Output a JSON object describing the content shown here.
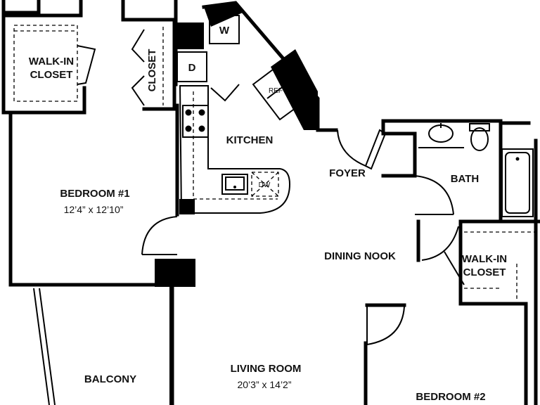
{
  "rooms": {
    "walk_in_closet_1": {
      "line1": "WALK-IN",
      "line2": "CLOSET"
    },
    "closet": "CLOSET",
    "washer": "W",
    "dryer": "D",
    "refrigerator": "REF",
    "kitchen": "KITCHEN",
    "dishwasher": "DW",
    "foyer": "FOYER",
    "bath": "BATH",
    "bedroom_1": {
      "name": "BEDROOM #1",
      "size": "12’4” x 12’10”"
    },
    "dining_nook": "DINING NOOK",
    "walk_in_closet_2": {
      "line1": "WALK-IN",
      "line2": "CLOSET"
    },
    "balcony": "BALCONY",
    "living_room": {
      "name": "LIVING ROOM",
      "size": "20’3” x 14’2”"
    },
    "bedroom_2": "BEDROOM #2"
  }
}
